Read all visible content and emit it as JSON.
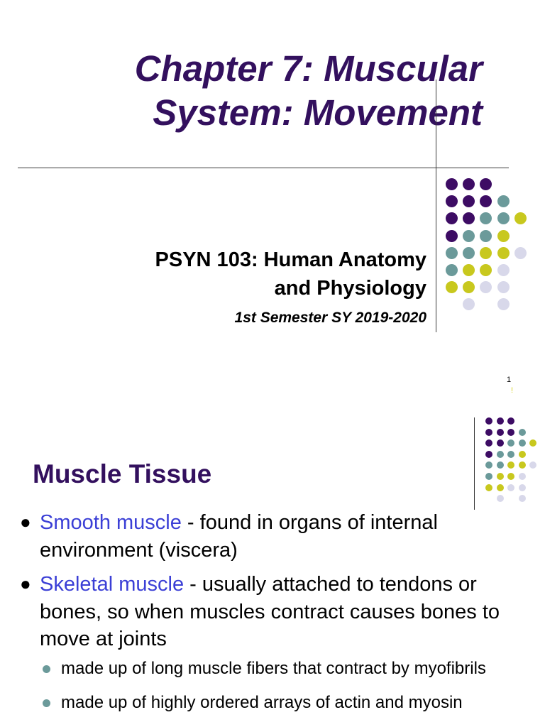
{
  "slide1": {
    "title_line1": "Chapter 7: Muscular",
    "title_line2": "System: Movement",
    "subtitle_line1": "PSYN 103: Human Anatomy",
    "subtitle_line2": "and Physiology",
    "semester": "1st Semester SY 2019-2020",
    "page_number": "1",
    "page_mark": "!"
  },
  "slide2": {
    "title": "Muscle Tissue",
    "bullets": [
      {
        "term": "Smooth muscle",
        "text": " - found in organs of internal environment (viscera)"
      },
      {
        "term": "Skeletal muscle",
        "text": " - usually attached to tendons or bones, so when muscles contract causes bones to move at joints"
      }
    ],
    "sub_bullets": [
      "made up of long muscle fibers that contract by myofibrils",
      "made up of highly ordered arrays of actin and myosin"
    ]
  },
  "colors": {
    "title": "#33105e",
    "purple": "#3d0c64",
    "teal": "#6b9a9a",
    "yellow": "#c8c81e",
    "lavender": "#d8d8ea",
    "highlight": "#3b3fd6"
  },
  "decoration": {
    "dot_grid": [
      [
        "purple",
        "purple",
        "purple",
        "none",
        "none"
      ],
      [
        "purple",
        "purple",
        "purple",
        "teal",
        "none"
      ],
      [
        "purple",
        "purple",
        "teal",
        "teal",
        "yellow"
      ],
      [
        "purple",
        "teal",
        "teal",
        "yellow",
        "none"
      ],
      [
        "teal",
        "teal",
        "yellow",
        "yellow",
        "lavender"
      ],
      [
        "teal",
        "yellow",
        "yellow",
        "lavender",
        "none"
      ],
      [
        "yellow",
        "yellow",
        "lavender",
        "lavender",
        "none"
      ],
      [
        "none",
        "lavender",
        "none",
        "lavender",
        "none"
      ]
    ]
  }
}
